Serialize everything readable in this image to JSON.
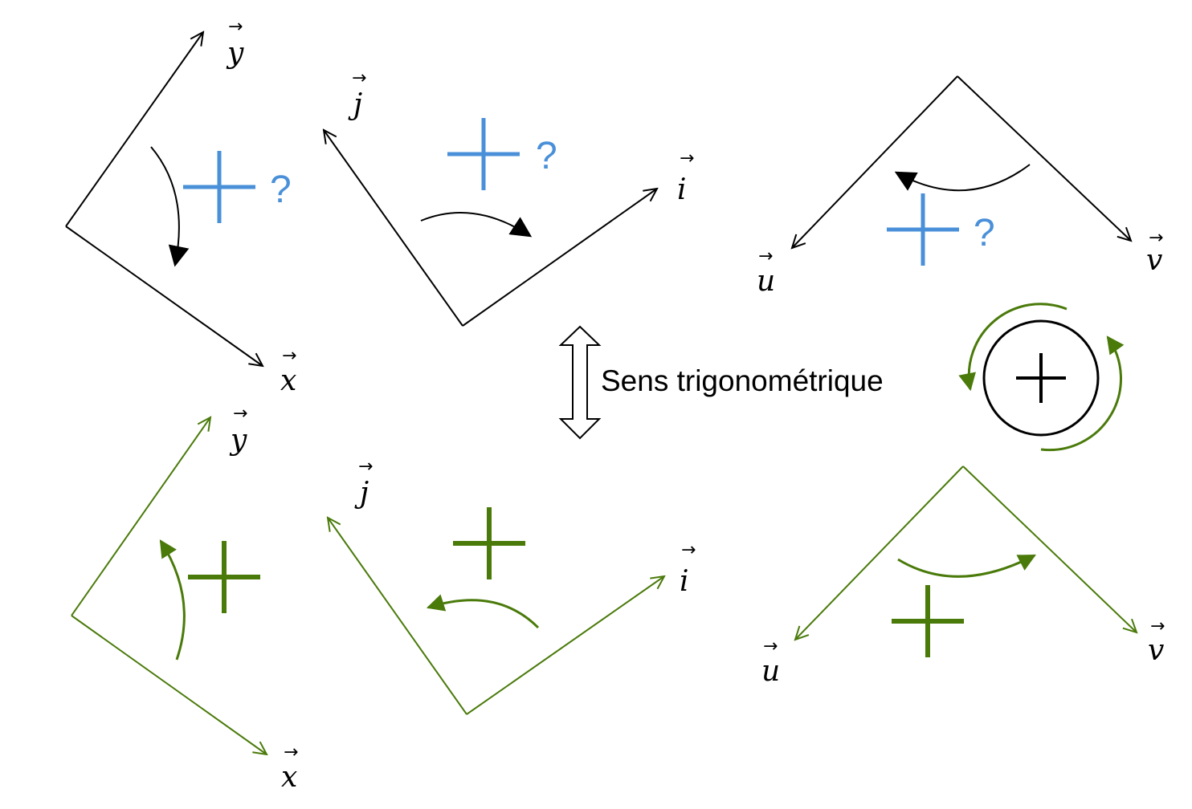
{
  "caption": "Sens trigonométrique",
  "vectors": {
    "x": "x",
    "y": "y",
    "i": "i",
    "j": "j",
    "u": "u",
    "v": "v",
    "arrow": "→"
  },
  "question_mark": "?",
  "colors": {
    "black": "#000000",
    "question": "#4a90d9",
    "correct": "#4a7a0a"
  }
}
